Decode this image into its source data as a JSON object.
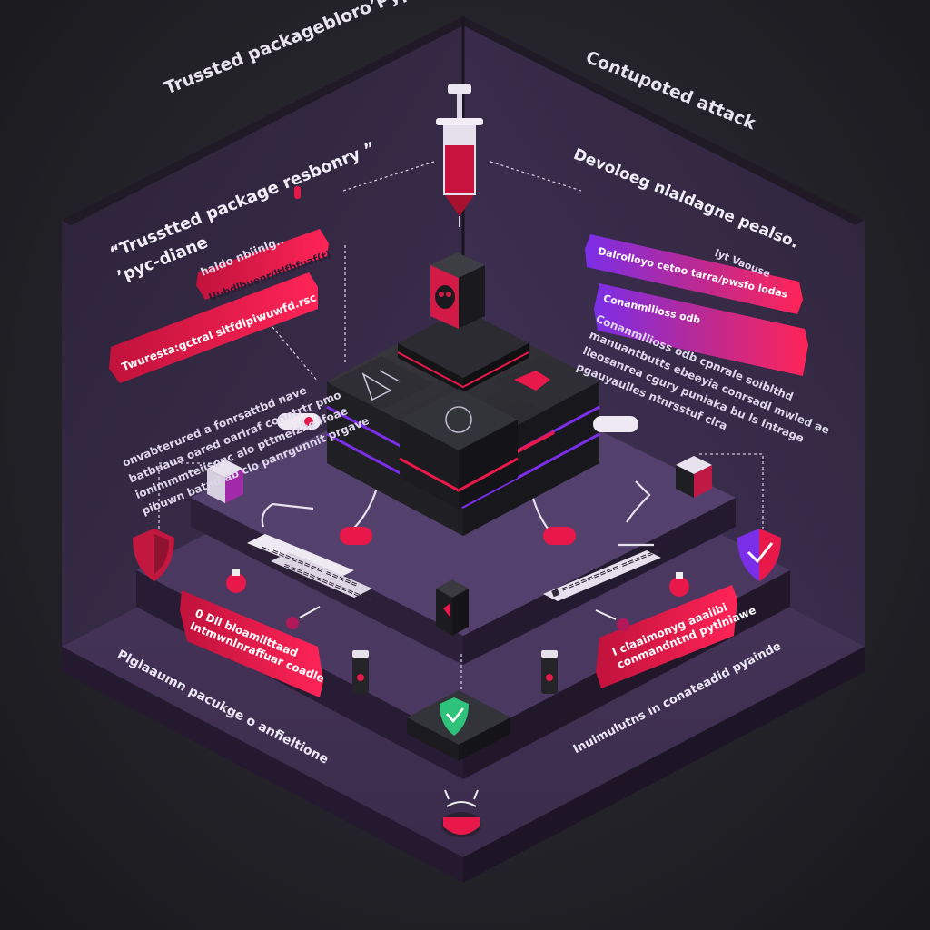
{
  "labels": {
    "title_top_left": "Trussted packagebloro’Pypi",
    "title_top_right": "Contupoted attack",
    "left_wall_heading": "“Trusstted package resbonry ”",
    "left_wall_subheading": "’pyc-diane",
    "left_wall_note": "haldo nbiinlg..",
    "right_wall_heading": "Devoloeg nlaldagne pealso.",
    "right_wall_tag": "lyt Vaouse",
    "left_pill_text": "Twuresta:gctral sitfdlpiwuwfd.rsc",
    "left_pill_top_text": "Uubdlbuenr/ltlfbfuaf(t)",
    "right_pill_text": "Dalrolloyo cetoo tarra/pwsfo lodas",
    "right_pill_lower_text": "Conanmllioss odb",
    "left_wall_body": "onvabterured a fonrsattbd nave\nbatbuaua oared oarlraf conntrtr pmo\nionimmmteiisonc alo pttmelzhe lfoae\npibuwn batnd ab clo panrgunnit prgave",
    "right_wall_body": "Conanmllioss odb cpnrale soiblthd\nmanuantbutts ebeeyia conrsadl mwled ae\nlleosanrea cgury puniaka bu ls Intrage\npgauyaulles ntnrsstuf clra",
    "bottom_left_card_text": "0 Dll bloamllttaad\nIntmwnlnraffuar coadle",
    "bottom_right_card_text": "I claaimonyg aaaiibi\nconmandntnd pytlniawe",
    "floor_left_text": "Plglaaumn pacukge o anfieltione",
    "floor_right_text": "Inuimulutns in conateadid pyainde",
    "tag_left_upper": "— ======== =====",
    "tag_left_lower": "==============",
    "tag_right": "■ ========= ======"
  },
  "colors": {
    "wall_purple": "#3a2b4c",
    "floor_purple": "#453455",
    "accent_red": "#e8184a",
    "accent_violet": "#7b2ee8",
    "shield_green": "#2ec27a"
  },
  "icons": [
    "syringe-icon",
    "skull-cube-icon",
    "shield-icon",
    "shield-check-icon",
    "potion-icon",
    "lock-icon",
    "bug-icon"
  ]
}
